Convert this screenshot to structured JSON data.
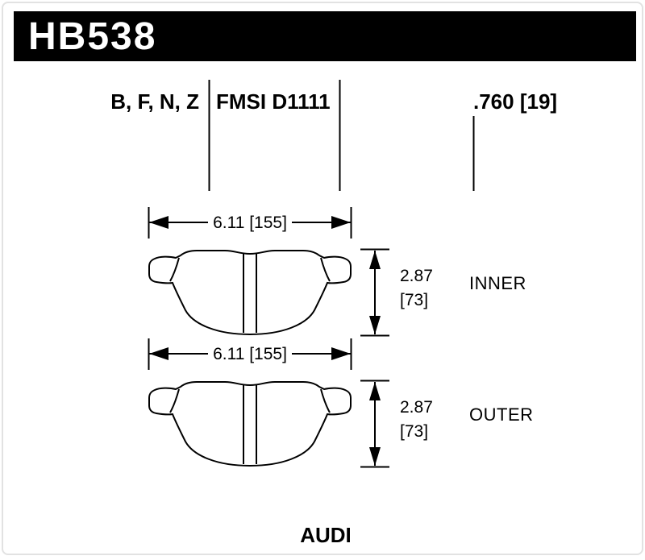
{
  "header": {
    "part_number": "HB538",
    "bg_color": "#000000",
    "text_color": "#ffffff"
  },
  "specs": {
    "compounds": "B, F, N, Z",
    "fmsi": "FMSI D1111",
    "thickness": ".760 [19]"
  },
  "pads": [
    {
      "position": "INNER",
      "width_dim": "6.11 [155]",
      "thickness_in": "2.87",
      "thickness_mm": "[73]"
    },
    {
      "position": "OUTER",
      "width_dim": "6.11 [155]",
      "thickness_in": "2.87",
      "thickness_mm": "[73]"
    }
  ],
  "vehicle": {
    "make": "AUDI"
  },
  "colors": {
    "line": "#000000",
    "frame_border": "#e2e2e2",
    "background": "#ffffff"
  }
}
